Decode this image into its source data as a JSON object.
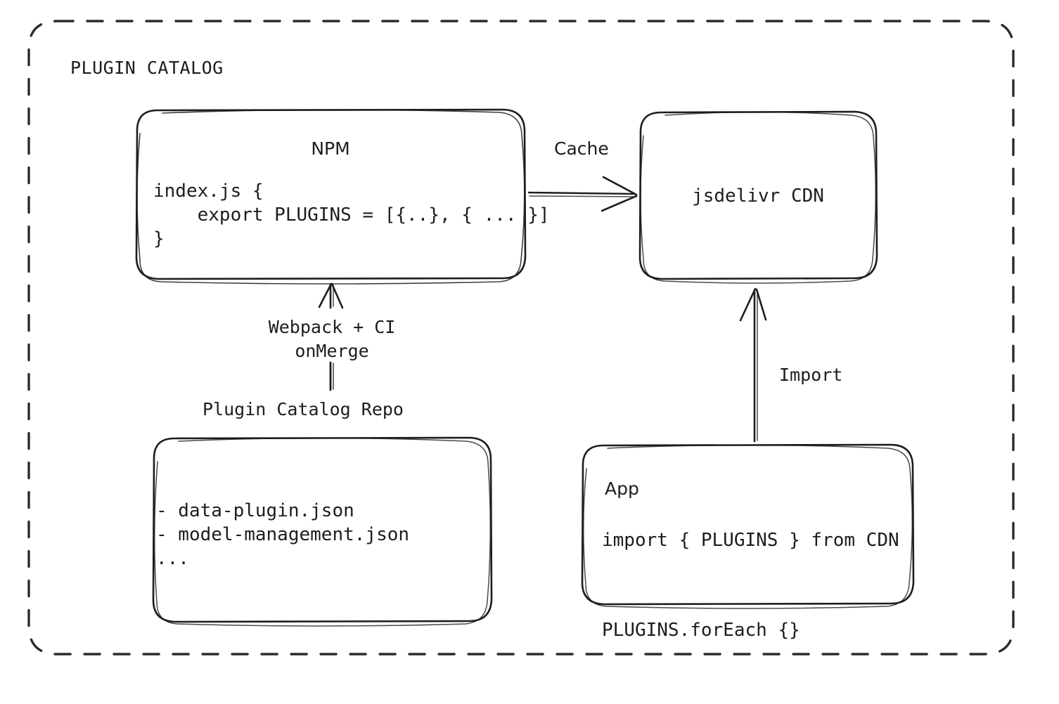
{
  "diagram": {
    "title": "PLUGIN CATALOG",
    "accent_color": "#1d1d1d",
    "background_color": "#ffffff"
  },
  "nodes": {
    "npm": {
      "title": "NPM",
      "code": "index.js {\n    export PLUGINS = [{..}, { ... }]\n}"
    },
    "cdn": {
      "title": "jsdelivr CDN"
    },
    "repo": {
      "label": "Plugin Catalog Repo",
      "code": "- data-plugin.json\n- model-management.json\n..."
    },
    "app": {
      "title": "App",
      "code": "import { PLUGINS } from CDN\n\nPLUGINS.forEach {}"
    }
  },
  "edges": {
    "cache": {
      "label": "Cache",
      "from": "npm",
      "to": "cdn"
    },
    "build": {
      "label": "Webpack + CI\nonMerge",
      "from": "repo",
      "to": "npm"
    },
    "import": {
      "label": "Import",
      "from": "app",
      "to": "cdn"
    }
  }
}
